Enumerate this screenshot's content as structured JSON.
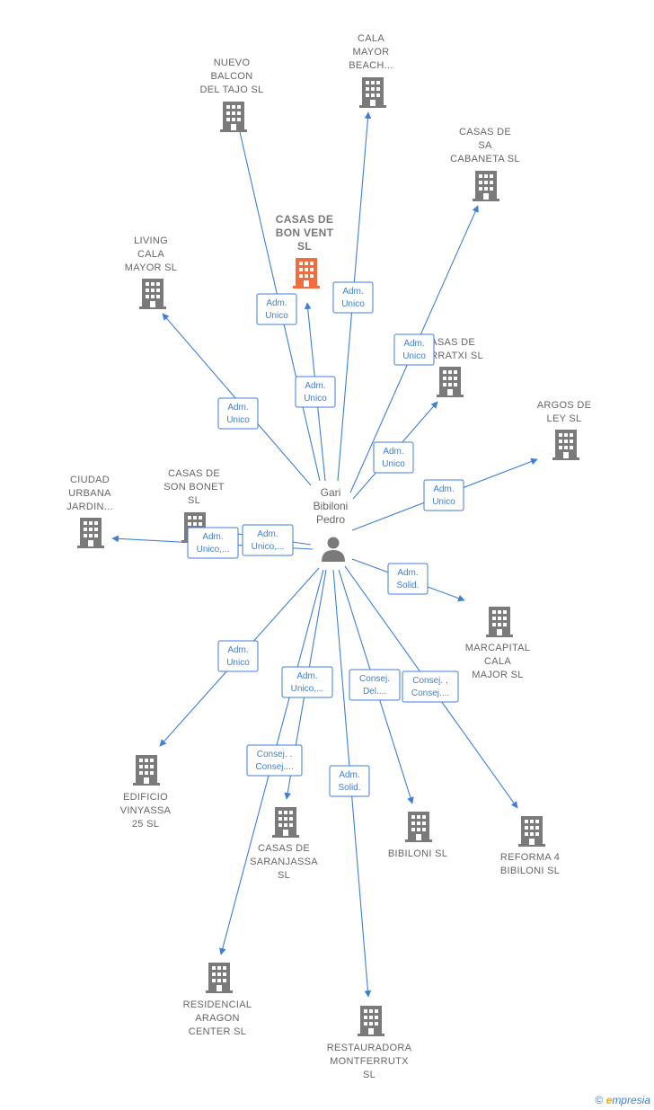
{
  "colors": {
    "edge": "#3f7fd6",
    "building": "#7a7a7a",
    "main_building": "#f26d3d",
    "label": "#666666",
    "brand_e": "#f5a623"
  },
  "person": {
    "lines": [
      "Gari",
      "Bibiloni",
      "Pedro"
    ],
    "icon": "person-icon"
  },
  "nodes": [
    {
      "id": "nuevo-balcon",
      "lines": [
        "NUEVO",
        "BALCON",
        "DEL TAJO  SL"
      ],
      "main": false
    },
    {
      "id": "cala-mayor-beach",
      "lines": [
        "CALA",
        "MAYOR",
        "BEACH..."
      ],
      "main": false
    },
    {
      "id": "casas-sa-cabaneta",
      "lines": [
        "CASAS DE",
        "SA",
        "CABANETA  SL"
      ],
      "main": false
    },
    {
      "id": "casas-bon-vent",
      "lines": [
        "CASAS DE",
        "BON VENT",
        "SL"
      ],
      "main": true
    },
    {
      "id": "living-cala-mayor",
      "lines": [
        "LIVING",
        "CALA",
        "MAYOR  SL"
      ],
      "main": false
    },
    {
      "id": "casas-marratxi",
      "lines": [
        "CASAS DE",
        "MARRATXI SL"
      ],
      "main": false
    },
    {
      "id": "argos-de-ley",
      "lines": [
        "ARGOS DE",
        "LEY SL"
      ],
      "main": false
    },
    {
      "id": "ciudad-urbana",
      "lines": [
        "CIUDAD",
        "URBANA",
        "JARDIN..."
      ],
      "main": false
    },
    {
      "id": "casas-son-bonet",
      "lines": [
        "CASAS DE",
        "SON BONET",
        "SL"
      ],
      "main": false
    },
    {
      "id": "marcapital",
      "lines": [
        "MARCAPITAL",
        "CALA",
        "MAJOR  SL"
      ],
      "main": false
    },
    {
      "id": "edificio-vinyassa",
      "lines": [
        "EDIFICIO",
        "VINYASSA",
        "25  SL"
      ],
      "main": false
    },
    {
      "id": "casas-saranjassa",
      "lines": [
        "CASAS DE",
        "SARANJASSA",
        "SL"
      ],
      "main": false
    },
    {
      "id": "bibiloni",
      "lines": [
        "BIBILONI  SL"
      ],
      "main": false
    },
    {
      "id": "reforma-4",
      "lines": [
        "REFORMA 4",
        "BIBILONI  SL"
      ],
      "main": false
    },
    {
      "id": "residencial-aragon",
      "lines": [
        "RESIDENCIAL",
        "ARAGON",
        "CENTER  SL"
      ],
      "main": false
    },
    {
      "id": "restauradora",
      "lines": [
        "RESTAURADORA",
        "MONTFERRUTX",
        "SL"
      ],
      "main": false
    }
  ],
  "edges": [
    {
      "target": "nuevo-balcon",
      "label": [
        "Adm.",
        "Unico"
      ]
    },
    {
      "target": "cala-mayor-beach",
      "label": [
        "Adm.",
        "Unico"
      ]
    },
    {
      "target": "casas-sa-cabaneta",
      "label": [
        "Adm.",
        "Unico"
      ]
    },
    {
      "target": "casas-bon-vent",
      "label": [
        "Adm.",
        "Unico"
      ]
    },
    {
      "target": "living-cala-mayor",
      "label": [
        "Adm.",
        "Unico"
      ]
    },
    {
      "target": "casas-marratxi",
      "label": [
        "Adm.",
        "Unico"
      ]
    },
    {
      "target": "argos-de-ley",
      "label": [
        "Adm.",
        "Unico"
      ]
    },
    {
      "target": "ciudad-urbana",
      "label": [
        "Adm.",
        "Unico,..."
      ]
    },
    {
      "target": "casas-son-bonet",
      "label": [
        "Adm.",
        "Unico,..."
      ]
    },
    {
      "target": "marcapital",
      "label": [
        "Adm.",
        "Solid."
      ]
    },
    {
      "target": "edificio-vinyassa",
      "label": [
        "Adm.",
        "Unico"
      ]
    },
    {
      "target": "casas-saranjassa",
      "label": [
        "Adm.",
        "Unico,..."
      ]
    },
    {
      "target": "residencial-aragon",
      "label": [
        "Consej. .",
        "Consej...."
      ]
    },
    {
      "target": "restauradora",
      "label": [
        "Adm.",
        "Solid."
      ]
    },
    {
      "target": "bibiloni",
      "label": [
        "Consej.",
        "Del...."
      ]
    },
    {
      "target": "reforma-4",
      "label": [
        "Consej. ,",
        "Consej...."
      ]
    }
  ],
  "footer": {
    "copyright": "©",
    "brand_e": "e",
    "brand_rest": "mpresia"
  }
}
